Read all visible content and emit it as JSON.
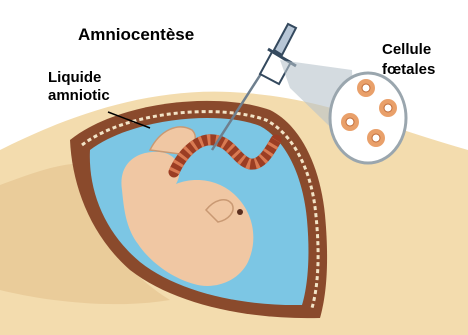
{
  "title": "Amniocentèse",
  "labels": {
    "amniotic_fluid": [
      "Liquide",
      "amniotic"
    ],
    "fetal_cells": [
      "Cellule",
      "fœtales"
    ]
  },
  "colors": {
    "skin": "#f3dcae",
    "skin_shadow": "#e2c08a",
    "amniotic_fluid": "#7cc6e4",
    "uterine_wall": "#8a4a2c",
    "fetus": "#f0c7a3",
    "cord": "#9b3d23",
    "cell": "#e9a06a",
    "needle": "#6e7f8e"
  }
}
